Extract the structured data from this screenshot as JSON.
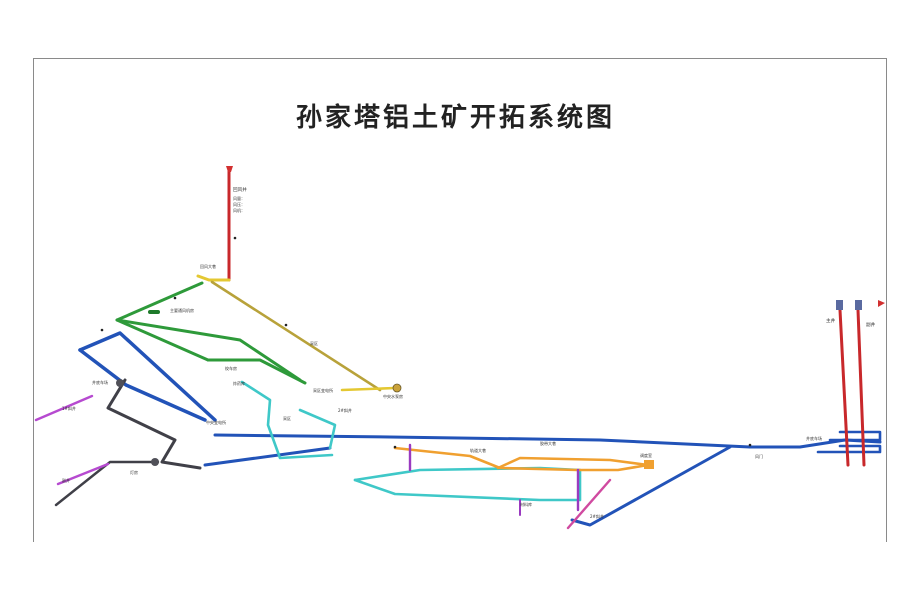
{
  "title": "孙家塔铝土矿开拓系统图",
  "labels": {
    "return_shaft": "回风井",
    "return_shaft_info_1": "风量：",
    "return_shaft_info_2": "风压：",
    "return_shaft_info_3": "风机：",
    "main_fan_room": "主要通风机房",
    "pump_room_center": "中央水泵房",
    "substation_main": "中央变电所",
    "substation_zone": "采区变电所",
    "auxiliary_shaft": "副井",
    "main_shaft": "主井",
    "inclined_shaft_1": "1#斜井",
    "inclined_shaft_2": "2#斜井",
    "belt_roadway": "胶带大巷",
    "track_roadway": "轨道大巷",
    "return_roadway": "回风大巷",
    "zone_a": "采区",
    "zone_b": "采区",
    "machine_room": "绞车房",
    "explosive_room": "炸药库",
    "shaft_bottom": "井底车场",
    "lamp_room": "灯房",
    "dispatch_room": "调度室",
    "air_door": "风门",
    "yard": "材料库"
  }
}
